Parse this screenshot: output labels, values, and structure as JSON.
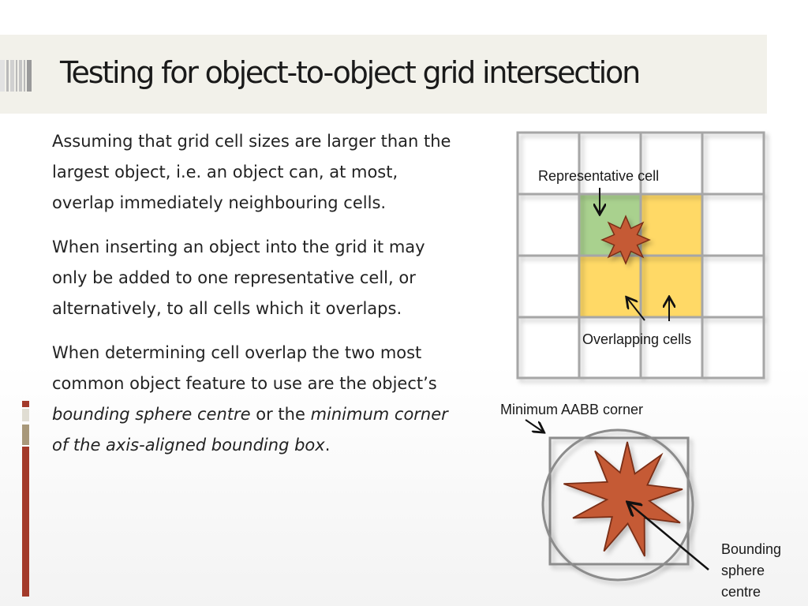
{
  "slide": {
    "title": "Testing for object-to-object grid intersection"
  },
  "body": {
    "paragraph_1": "Assuming that grid cell sizes are larger than the largest object, i.e. an object can, at most, overlap immediately neighbouring cells.",
    "paragraph_2": "When inserting an object into the grid it may only be added to one representative cell, or alternatively, to all cells which it overlaps.",
    "paragraph_3": {
      "text_1": "When determining cell overlap the two most common object feature to use are the object’s ",
      "emphasis_1": "bounding sphere centre",
      "text_2": " or the ",
      "emphasis_2": "minimum corner of the axis-aligned bounding box",
      "text_3": "."
    }
  },
  "grid_diagram": {
    "label_representative": "Representative cell",
    "label_overlapping": "Overlapping cells",
    "colors": {
      "representative_cell": "#a9d18e",
      "overlapping_cells": "#ffd966",
      "grid_lines": "#a6a6a6",
      "star_fill": "#c55a35"
    }
  },
  "bounds_diagram": {
    "label_min_corner": "Minimum AABB corner",
    "label_centre": [
      "Bounding",
      "sphere",
      "centre"
    ],
    "colors": {
      "outline": "#7f7f7f",
      "star_fill": "#c55a35"
    }
  },
  "theme": {
    "title_band": "#f2f1ea",
    "side_accent_red": "#a33a2a",
    "side_accent_tan": "#a8987a"
  }
}
